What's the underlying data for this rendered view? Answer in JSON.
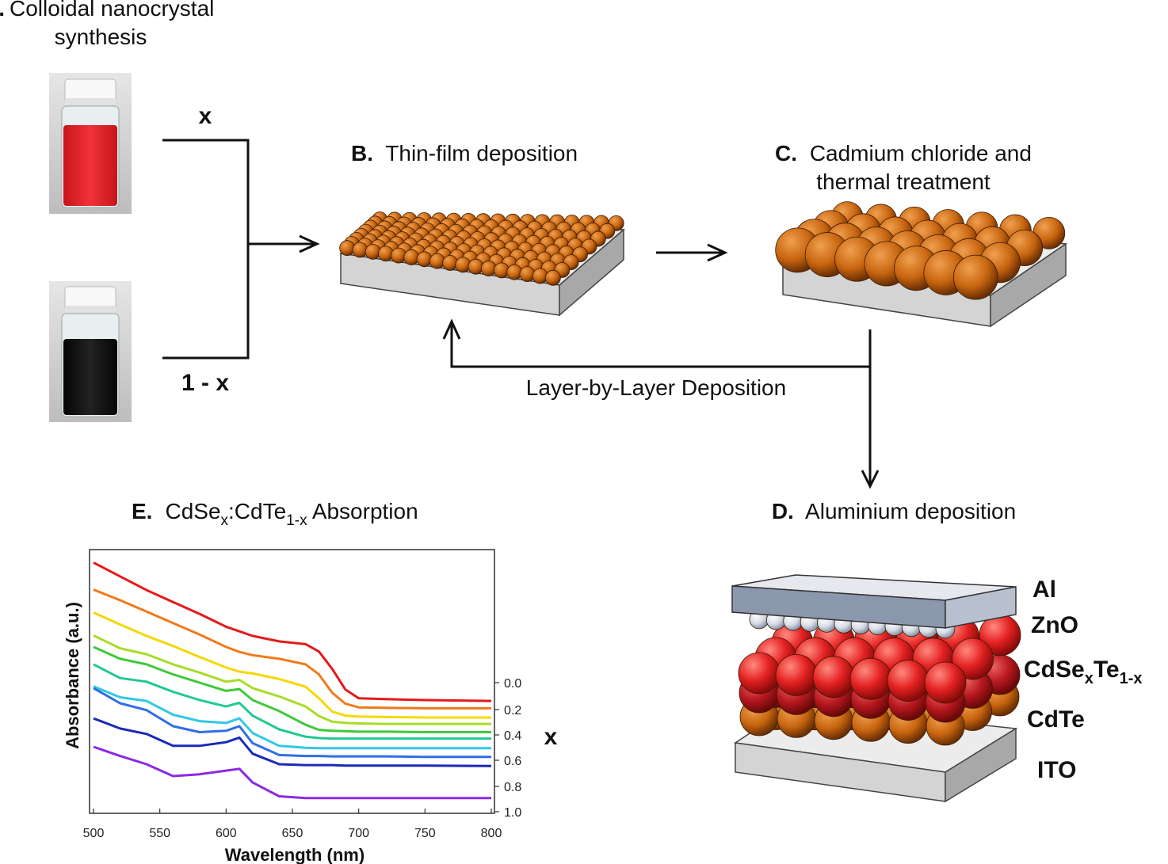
{
  "panel_a": {
    "letter": "A.",
    "title_line1": "Colloidal nanocrystal",
    "title_line2": "synthesis"
  },
  "mix": {
    "x_label": "x",
    "one_minus_x_label": "1 - x"
  },
  "panel_b": {
    "letter": "B.",
    "title": "Thin-film deposition"
  },
  "panel_c": {
    "letter": "C.",
    "title_line1": "Cadmium chloride and",
    "title_line2": "thermal treatment"
  },
  "loop_label": "Layer-by-Layer Deposition",
  "panel_d": {
    "letter": "D.",
    "title": "Aluminium deposition",
    "layers": {
      "al": "Al",
      "zno": "ZnO",
      "cdsete": {
        "base1": "CdSe",
        "sub1": "x",
        "base2": "Te",
        "sub2": "1-x"
      },
      "cdte": "CdTe",
      "ito": "ITO"
    }
  },
  "panel_e": {
    "letter": "E.",
    "title_part1": "CdSe",
    "title_sub1": "x",
    "title_part2": ":CdTe",
    "title_sub2": "1-x",
    "title_part3": " Absorption"
  },
  "colors": {
    "vial_red": "#e8202a",
    "vial_black": "#111111",
    "nanocrystal_orange": "#c8650f",
    "cdsete_red": "#e02020",
    "zno_white": "#dfe3ea",
    "substrate_grey": "#d0d0d0"
  },
  "chart_data": {
    "type": "line",
    "xlabel": "Wavelength (nm)",
    "ylabel": "Absorbance (a.u.)",
    "xlim": [
      500,
      800
    ],
    "x_ticks": [
      "500",
      "550",
      "600",
      "650",
      "700",
      "750",
      "800"
    ],
    "right_axis_label": "x",
    "right_ticks": [
      "0.0",
      "0.2",
      "0.4",
      "0.6",
      "0.8",
      "1.0"
    ],
    "right_tick_values": [
      0.0,
      0.2,
      0.4,
      0.6,
      0.8,
      1.0
    ],
    "x": [
      500,
      520,
      540,
      560,
      580,
      600,
      610,
      620,
      640,
      660,
      670,
      680,
      690,
      700,
      720,
      750,
      800
    ],
    "series": [
      {
        "color": "#e41a1c",
        "values": [
          6.62,
          6.32,
          6.02,
          5.76,
          5.5,
          5.22,
          5.12,
          5.02,
          4.9,
          4.84,
          4.68,
          4.3,
          3.85,
          3.66,
          3.64,
          3.62,
          3.6
        ]
      },
      {
        "color": "#f07a1a",
        "values": [
          6.03,
          5.8,
          5.55,
          5.3,
          5.05,
          4.78,
          4.67,
          4.6,
          4.52,
          4.4,
          4.18,
          3.78,
          3.54,
          3.46,
          3.45,
          3.44,
          3.44
        ]
      },
      {
        "color": "#f5d800",
        "values": [
          5.53,
          5.27,
          5.02,
          4.8,
          4.56,
          4.33,
          4.24,
          4.2,
          4.08,
          3.91,
          3.66,
          3.37,
          3.28,
          3.26,
          3.25,
          3.24,
          3.24
        ]
      },
      {
        "color": "#a8dc28",
        "values": [
          5.03,
          4.75,
          4.62,
          4.4,
          4.22,
          4.02,
          4.06,
          3.88,
          3.7,
          3.48,
          3.27,
          3.15,
          3.12,
          3.11,
          3.1,
          3.1,
          3.1
        ]
      },
      {
        "color": "#3fc93a",
        "values": [
          4.78,
          4.52,
          4.4,
          4.18,
          4.0,
          3.82,
          3.86,
          3.62,
          3.38,
          3.08,
          2.97,
          2.95,
          2.94,
          2.93,
          2.93,
          2.92,
          2.92
        ]
      },
      {
        "color": "#22c98f",
        "values": [
          4.4,
          4.1,
          4.02,
          3.8,
          3.62,
          3.48,
          3.56,
          3.28,
          2.98,
          2.82,
          2.79,
          2.78,
          2.78,
          2.78,
          2.78,
          2.78,
          2.78
        ]
      },
      {
        "color": "#32c8e6",
        "values": [
          3.92,
          3.68,
          3.6,
          3.3,
          3.16,
          3.12,
          3.22,
          2.9,
          2.62,
          2.58,
          2.57,
          2.57,
          2.57,
          2.57,
          2.57,
          2.57,
          2.57
        ]
      },
      {
        "color": "#2f6fe6",
        "values": [
          3.88,
          3.55,
          3.4,
          3.05,
          2.92,
          2.95,
          3.05,
          2.68,
          2.42,
          2.4,
          2.4,
          2.39,
          2.39,
          2.39,
          2.39,
          2.38,
          2.38
        ]
      },
      {
        "color": "#1a2ab8",
        "values": [
          3.22,
          3.0,
          2.88,
          2.62,
          2.62,
          2.7,
          2.8,
          2.45,
          2.22,
          2.2,
          2.2,
          2.2,
          2.19,
          2.19,
          2.19,
          2.19,
          2.18
        ]
      },
      {
        "color": "#8a2be2",
        "values": [
          2.6,
          2.4,
          2.22,
          1.96,
          2.0,
          2.08,
          2.12,
          1.82,
          1.52,
          1.48,
          1.48,
          1.48,
          1.48,
          1.48,
          1.48,
          1.48,
          1.48
        ]
      }
    ]
  }
}
